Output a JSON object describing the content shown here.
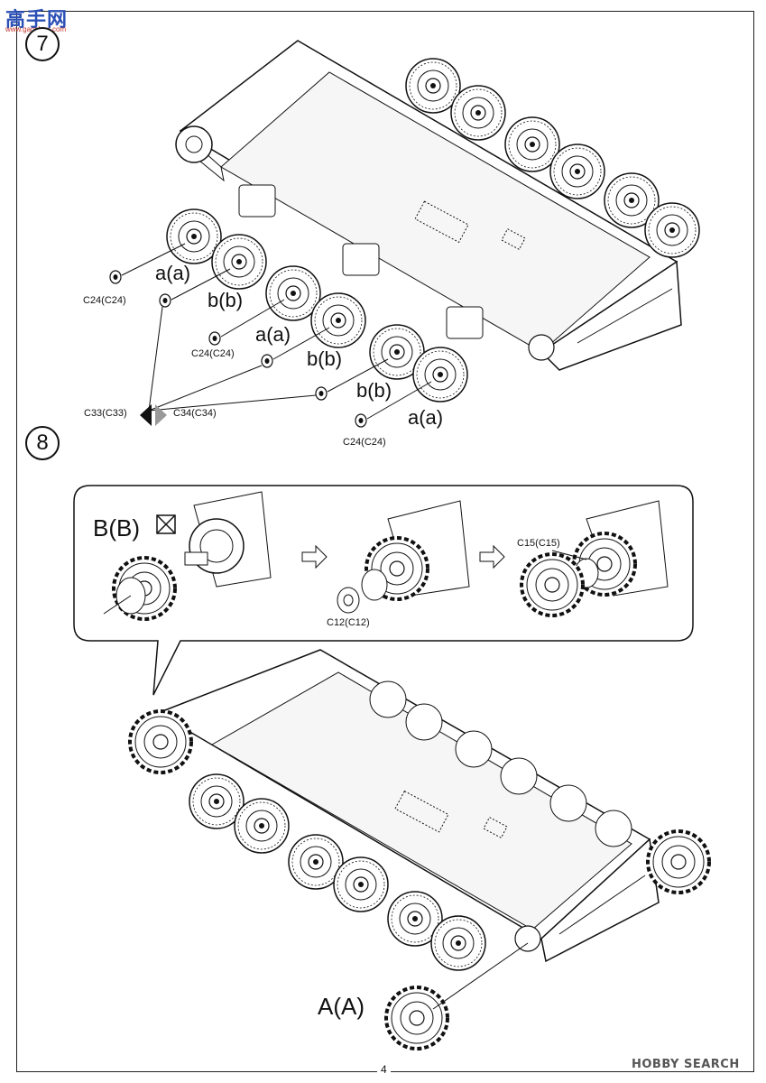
{
  "watermark": {
    "main": "高手网",
    "sub": "www.gaoshou.com"
  },
  "step7": {
    "number": "7",
    "labels": {
      "aa1": "a(a)",
      "bb1": "b(b)",
      "aa2": "a(a)",
      "bb2": "b(b)",
      "bb3": "b(b)",
      "aa3": "a(a)",
      "c24_1": "C24(C24)",
      "c24_2": "C24(C24)",
      "c24_3": "C24(C24)",
      "c33": "C33(C33)",
      "c34": "C34(C34)"
    }
  },
  "step8": {
    "number": "8",
    "labels": {
      "bb": "B(B)",
      "c12": "C12(C12)",
      "c15": "C15(C15)",
      "aa": "A(A)"
    }
  },
  "footer": {
    "page": "4",
    "brand": "HOBBY SEARCH"
  }
}
